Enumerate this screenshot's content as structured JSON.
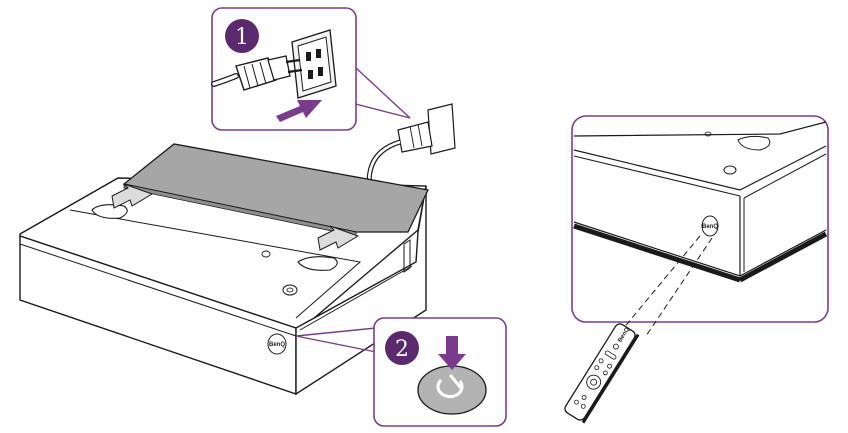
{
  "steps": [
    {
      "number": "1"
    },
    {
      "number": "2"
    }
  ],
  "brand_logo_text": "BenQ",
  "colors": {
    "accent": "#7b3b8c",
    "step_badge": "#5b2a6e",
    "outline": "#1a1a1a",
    "panel_gray": "#c8c8c8",
    "lid_gray": "#a6a6a6",
    "arrow_gray": "#dcdcdc",
    "button_gray": "#b3b3b3"
  },
  "icons": [
    "power-plug-icon",
    "wall-outlet-icon",
    "power-button-icon",
    "down-arrow-icon",
    "up-arrow-icon",
    "remote-control-icon"
  ]
}
